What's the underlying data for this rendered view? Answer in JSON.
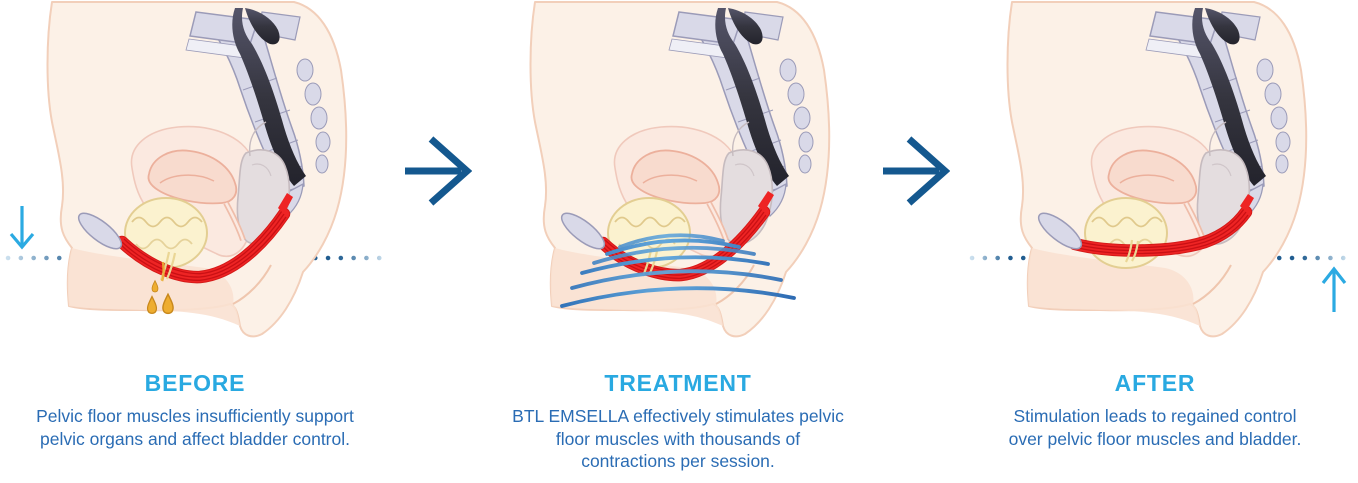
{
  "infographic": {
    "title": "",
    "panels": [
      {
        "id": "before",
        "heading": "BEFORE",
        "description": "Pelvic floor muscles insufficiently support pelvic organs and affect bladder control.",
        "illustration": "pelvis-sagittal-section-sagging-pelvic-floor",
        "markers": [
          "down-arrow-icon",
          "dotted-baseline",
          "leak-drops"
        ]
      },
      {
        "id": "treatment",
        "heading": "TREATMENT",
        "description": "BTL EMSELLA effectively stimulates pelvic floor muscles with thousands of contractions per session.",
        "illustration": "pelvis-sagittal-section-with-electromagnetic-waves",
        "markers": [
          "stimulation-waves"
        ]
      },
      {
        "id": "after",
        "heading": "AFTER",
        "description": "Stimulation leads to regained control over pelvic floor muscles and bladder.",
        "illustration": "pelvis-sagittal-section-lifted-pelvic-floor",
        "markers": [
          "dotted-baseline",
          "up-arrow-icon"
        ]
      }
    ],
    "step_arrows": [
      {
        "id": "step-arrow-1",
        "icon": "right-arrow-icon"
      },
      {
        "id": "step-arrow-2",
        "icon": "right-arrow-icon"
      }
    ]
  },
  "colors": {
    "heading_color": "#29a9e1",
    "body_text_color": "#2a6cb4",
    "step_arrow_color": "#14588f",
    "guide_arrow_color": "#2baae2",
    "baseline_dot_color": "#215d90",
    "muscle_color": "#ee2424",
    "leak_drop_color": "#eead30",
    "wave_color": "#2e6fb6",
    "skin_color": "#fcf1e7",
    "bone_color": "#d9d9e8",
    "bladder_color": "#fbf2cf",
    "uterus_color": "#f8dbce"
  }
}
